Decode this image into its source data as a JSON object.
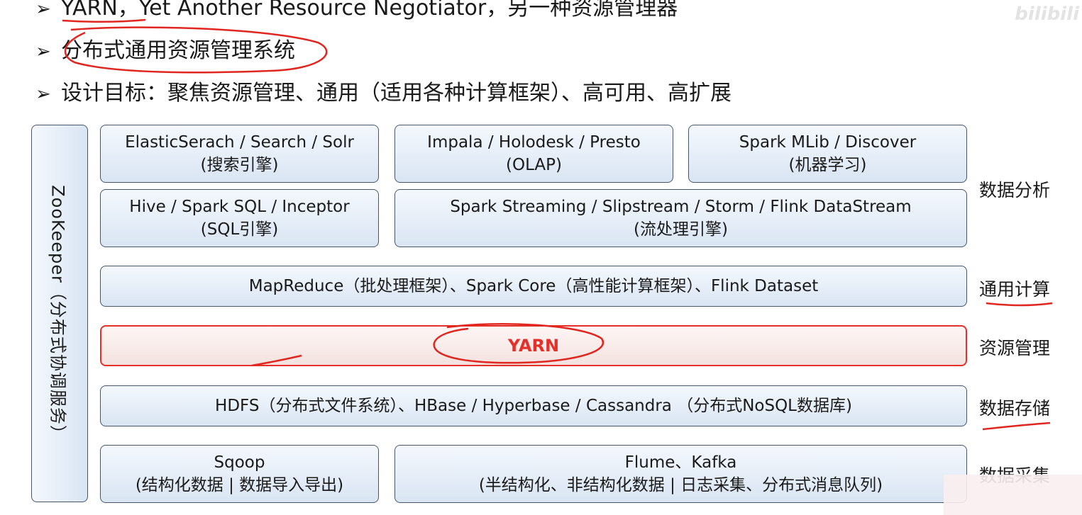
{
  "bullets": [
    {
      "text": "YARN，Yet Another Resource Negotiator，另一种资源管理器"
    },
    {
      "text": "分布式通用资源管理系统"
    },
    {
      "text": "设计目标：聚焦资源管理、通用（适用各种计算框架）、高可用、高扩展"
    }
  ],
  "diagram": {
    "zookeeper_label": "ZooKeeper（分布式协调服务）",
    "boxes": {
      "es": {
        "line1": "ElasticSerach / Search / Solr",
        "line2": "(搜索引擎)"
      },
      "impala": {
        "line1": "Impala / Holodesk / Presto",
        "line2": "(OLAP)"
      },
      "spark_mlib": {
        "line1": "Spark MLib / Discover",
        "line2": "(机器学习)"
      },
      "hive": {
        "line1": "Hive / Spark SQL / Inceptor",
        "line2": "(SQL引擎)"
      },
      "streaming": {
        "line1": "Spark Streaming / Slipstream / Storm / Flink DataStream",
        "line2": "(流处理引擎)"
      },
      "mapreduce": {
        "line1": "MapReduce（批处理框架）、Spark Core（高性能计算框架）、Flink Dataset"
      },
      "yarn": {
        "line1": "YARN"
      },
      "hdfs": {
        "line1": "HDFS（分布式文件系统）、HBase / Hyperbase / Cassandra （分布式NoSQL数据库)"
      },
      "sqoop": {
        "line1": "Sqoop",
        "line2": "(结构化数据 | 数据导入导出)"
      },
      "flume": {
        "line1": "Flume、Kafka",
        "line2": "(半结构化、非结构化数据 | 日志采集、分布式消息队列)"
      }
    },
    "layers": {
      "analysis": "数据分析",
      "compute": "通用计算",
      "resource": "资源管理",
      "storage": "数据存储",
      "collect": "数据采集"
    }
  },
  "watermark": "bilibili",
  "colors": {
    "box_fill": "#dde8f4",
    "box_border": "#47566b",
    "highlight": "#e5302a"
  }
}
